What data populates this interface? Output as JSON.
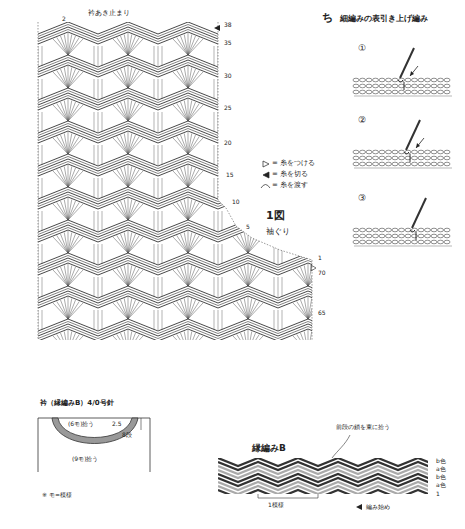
{
  "diagram": {
    "labels": [
      "衿あき止まり",
      "2",
      "38",
      "35",
      "30",
      "25",
      "20",
      "15",
      "10",
      "5",
      "1",
      "70",
      "65",
      "ち",
      "細編みの表引き上げ編み",
      "①",
      "②",
      "③",
      "1図",
      "袖ぐり",
      "衿（縁編みB）4/0号針",
      "(6モ)拾う",
      "2.5",
      "8段",
      "(9モ)拾う",
      "※ モ=模様",
      "縁編みB",
      "前段の鎖を束に拾う",
      "1模様",
      "編み始め",
      "b色",
      "a色",
      "b色",
      "a色",
      "1"
    ],
    "legend": [
      {
        "text": "= 糸をつける"
      },
      {
        "text": "= 糸を切る"
      },
      {
        "text": "= 糸を渡す"
      }
    ]
  }
}
